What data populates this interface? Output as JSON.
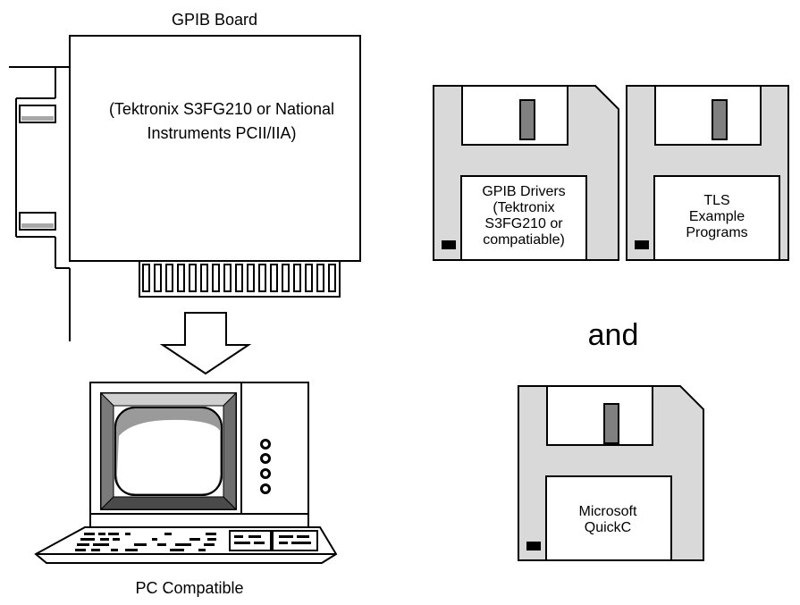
{
  "gpib_board": {
    "title": "GPIB Board",
    "description_line1": "(Tektronix S3FG210 or National",
    "description_line2": "Instruments PCII/IIA)"
  },
  "pc": {
    "label": "PC Compatible"
  },
  "disks": [
    {
      "lines": [
        "GPIB Drivers",
        "(Tektronix",
        "S3FG210 or",
        "compatiable)"
      ]
    },
    {
      "lines": [
        "TLS",
        "Example",
        "Programs"
      ]
    },
    {
      "lines": [
        "Microsoft",
        "QuickC"
      ]
    }
  ],
  "connector_word": "and"
}
